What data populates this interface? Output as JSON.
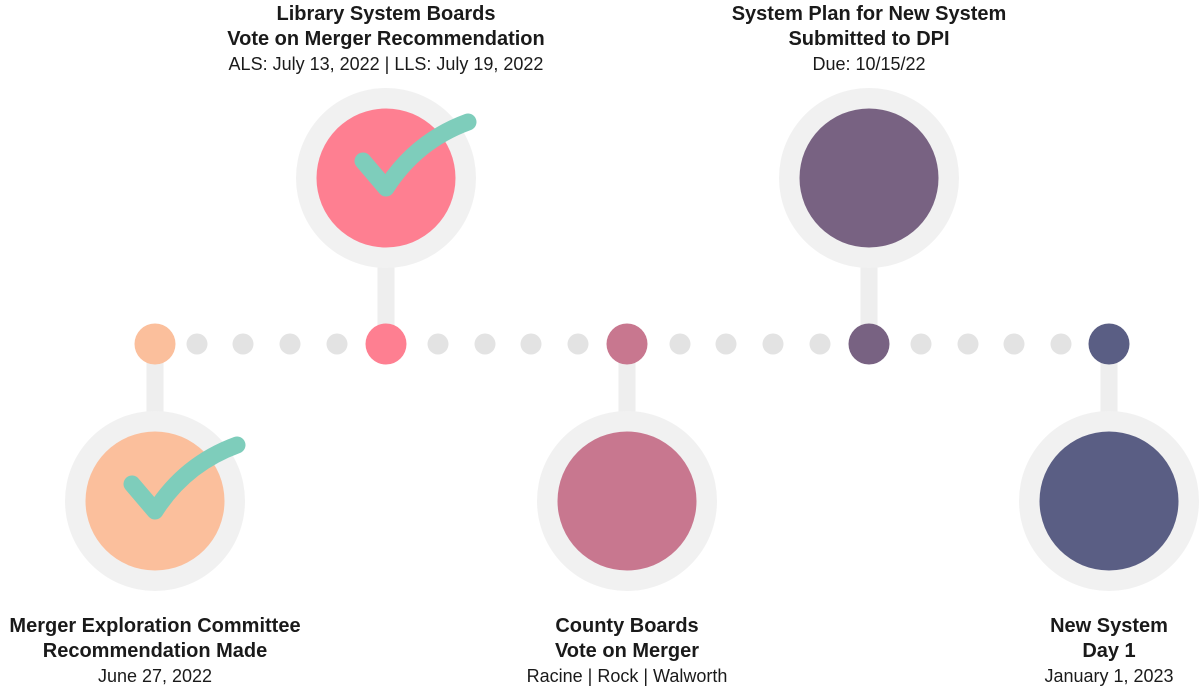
{
  "colors": {
    "connector": "#eeeeee",
    "halo": "#f1f1f1",
    "dot_gray": "#e3e3e3",
    "check": "#7ecdbb",
    "merger_committee": "#fbbf9c",
    "library_boards": "#fe7f91",
    "county_boards": "#c8778f",
    "system_plan": "#786282",
    "new_system": "#5a5e84"
  },
  "milestones": [
    {
      "id": "merger_committee",
      "title_line1": "Merger Exploration Committee",
      "title_line2": "Recommendation Made",
      "subtitle": "June 27, 2022",
      "color": "#fbbf9c",
      "completed": true,
      "position": "below"
    },
    {
      "id": "library_boards",
      "title_line1": "Library System Boards",
      "title_line2": "Vote on Merger Recommendation",
      "subtitle": "ALS: July 13, 2022  |  LLS: July 19, 2022",
      "color": "#fe7f91",
      "completed": true,
      "position": "above"
    },
    {
      "id": "county_boards",
      "title_line1": "County Boards",
      "title_line2": "Vote on Merger",
      "subtitle": "Racine  |  Rock  |  Walworth",
      "color": "#c8778f",
      "completed": false,
      "position": "below"
    },
    {
      "id": "system_plan",
      "title_line1": "System Plan for New System",
      "title_line2": "Submitted to DPI",
      "subtitle": "Due: 10/15/22",
      "color": "#786282",
      "completed": false,
      "position": "above"
    },
    {
      "id": "new_system",
      "title_line1": "New System",
      "title_line2": "Day 1",
      "subtitle": "January 1, 2023",
      "color": "#5a5e84",
      "completed": false,
      "position": "below"
    }
  ]
}
